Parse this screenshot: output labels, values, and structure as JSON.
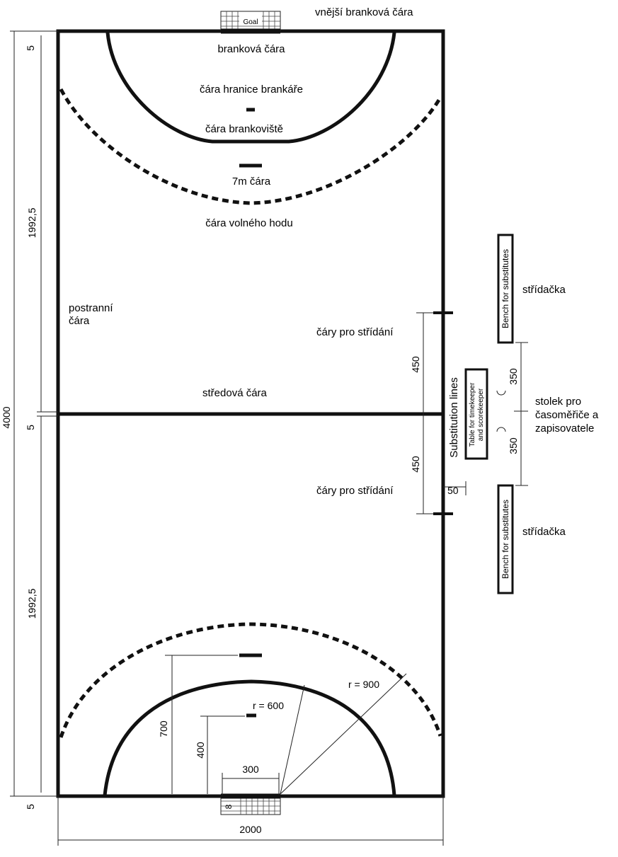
{
  "labels": {
    "outer_goal_line": "vnější branková čára",
    "goal_line": "branková čára",
    "goalkeeper_limit": "čára hranice brankáře",
    "goal_area_line": "čára brankoviště",
    "seven_m_line": "7m čára",
    "free_throw_line": "čára volného hodu",
    "side_line_1": "postranní",
    "side_line_2": "čára",
    "center_line": "středová čára",
    "substitution_lines_top": "čáry pro střídání",
    "substitution_lines_bottom": "čáry pro střídání",
    "bench_top_cz": "střídačka",
    "bench_bottom_cz": "střídačka",
    "table_cz_1": "stolek pro",
    "table_cz_2": "časoměřiče a",
    "table_cz_3": "zapisovatele"
  },
  "boxes": {
    "goal": "Goal",
    "bench_top": "Bench for substitutes",
    "bench_bottom": "Bench for substitutes",
    "table_1": "Table for timekeeper",
    "table_2": "and scorekeeper",
    "substitution_lines": "Substitution lines"
  },
  "dimensions": {
    "total_length": "4000",
    "half_top": "1992,5",
    "half_bottom": "1992,5",
    "five_top": "5",
    "five_mid": "5",
    "five_bottom": "5",
    "width": "2000",
    "sub_upper": "450",
    "sub_lower": "450",
    "table_upper": "350",
    "table_lower": "350",
    "sub_offset": "50",
    "r_goal_area": "r = 600",
    "r_free_throw": "r = 900",
    "goal_width": "300",
    "seven_m_distance": "700",
    "four_m_distance": "400",
    "goal_depth": "8"
  }
}
